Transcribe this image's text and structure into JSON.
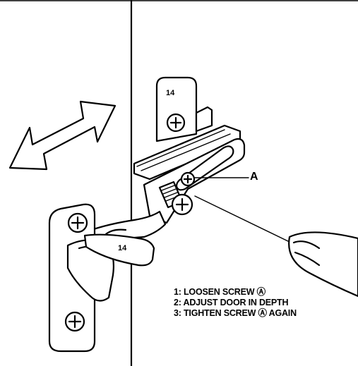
{
  "diagram": {
    "part_number_plate": "14",
    "part_number_arm": "14",
    "callout_label": "A",
    "instructions": [
      "1: LOOSEN SCREW Ⓐ",
      "2: ADJUST DOOR IN DEPTH",
      "3: TIGHTEN SCREW Ⓐ AGAIN"
    ]
  }
}
